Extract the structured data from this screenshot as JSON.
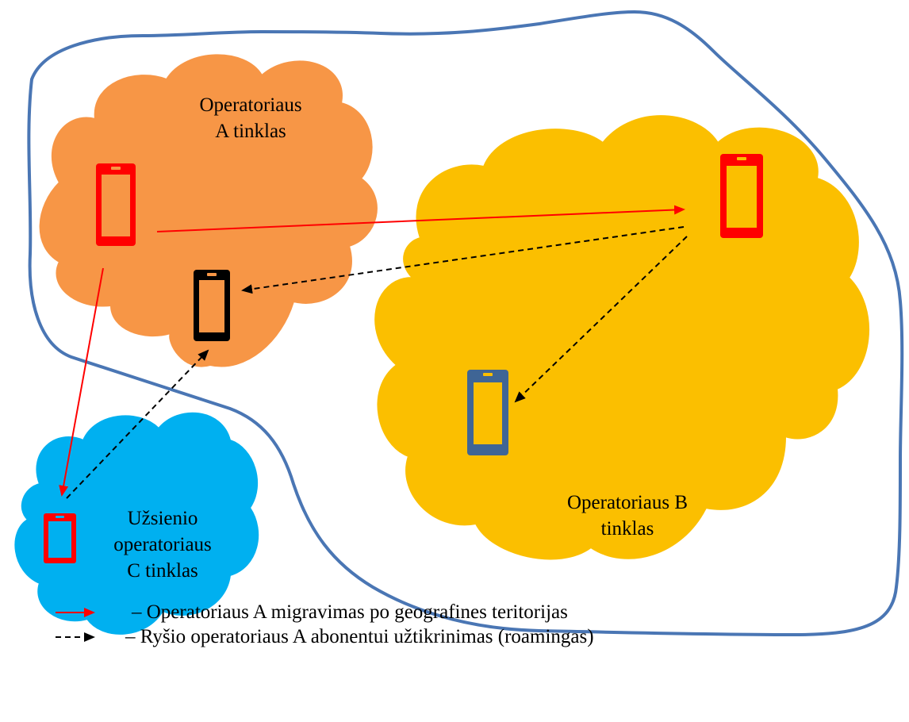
{
  "colors": {
    "territory_border": "#4a76b4",
    "cloud_a": "#f79646",
    "cloud_b": "#fbbf00",
    "cloud_c": "#00b0f0",
    "phone_red": "#ff0000",
    "phone_black": "#000000",
    "phone_blue": "#3f6595",
    "arrow_red": "#ff0000",
    "arrow_dashed": "#000000"
  },
  "network_a": {
    "line1": "Operatoriaus",
    "line2": "A tinklas"
  },
  "network_b": {
    "line1": "Operatoriaus B",
    "line2": "tinklas"
  },
  "network_c": {
    "line1": "Užsienio",
    "line2": "operatoriaus",
    "line3": "C tinklas"
  },
  "legend": {
    "migration": "– Operatoriaus A migravimas po geografines teritorijas",
    "roaming": "– Ryšio operatoriaus A abonentui užtikrinimas (roamingas)"
  },
  "icons": {
    "phone_a": "smartphone-icon",
    "phone_a_black": "smartphone-icon",
    "phone_b_red": "smartphone-icon",
    "phone_b_blue": "smartphone-icon",
    "phone_c": "smartphone-icon"
  }
}
